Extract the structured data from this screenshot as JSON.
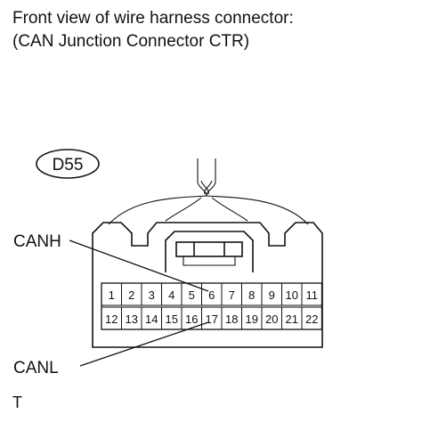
{
  "header": {
    "line1": "Front view of wire harness connector:",
    "line2": "(CAN Junction Connector CTR)"
  },
  "connector": {
    "code": "D55",
    "top_row": [
      "1",
      "2",
      "3",
      "4",
      "5",
      "6",
      "7",
      "8",
      "9",
      "10",
      "11"
    ],
    "bottom_row": [
      "12",
      "13",
      "14",
      "15",
      "16",
      "17",
      "18",
      "19",
      "20",
      "21",
      "22"
    ]
  },
  "labels": {
    "canh": "CANH",
    "canl": "CANL"
  },
  "footer": {
    "note": "T"
  }
}
